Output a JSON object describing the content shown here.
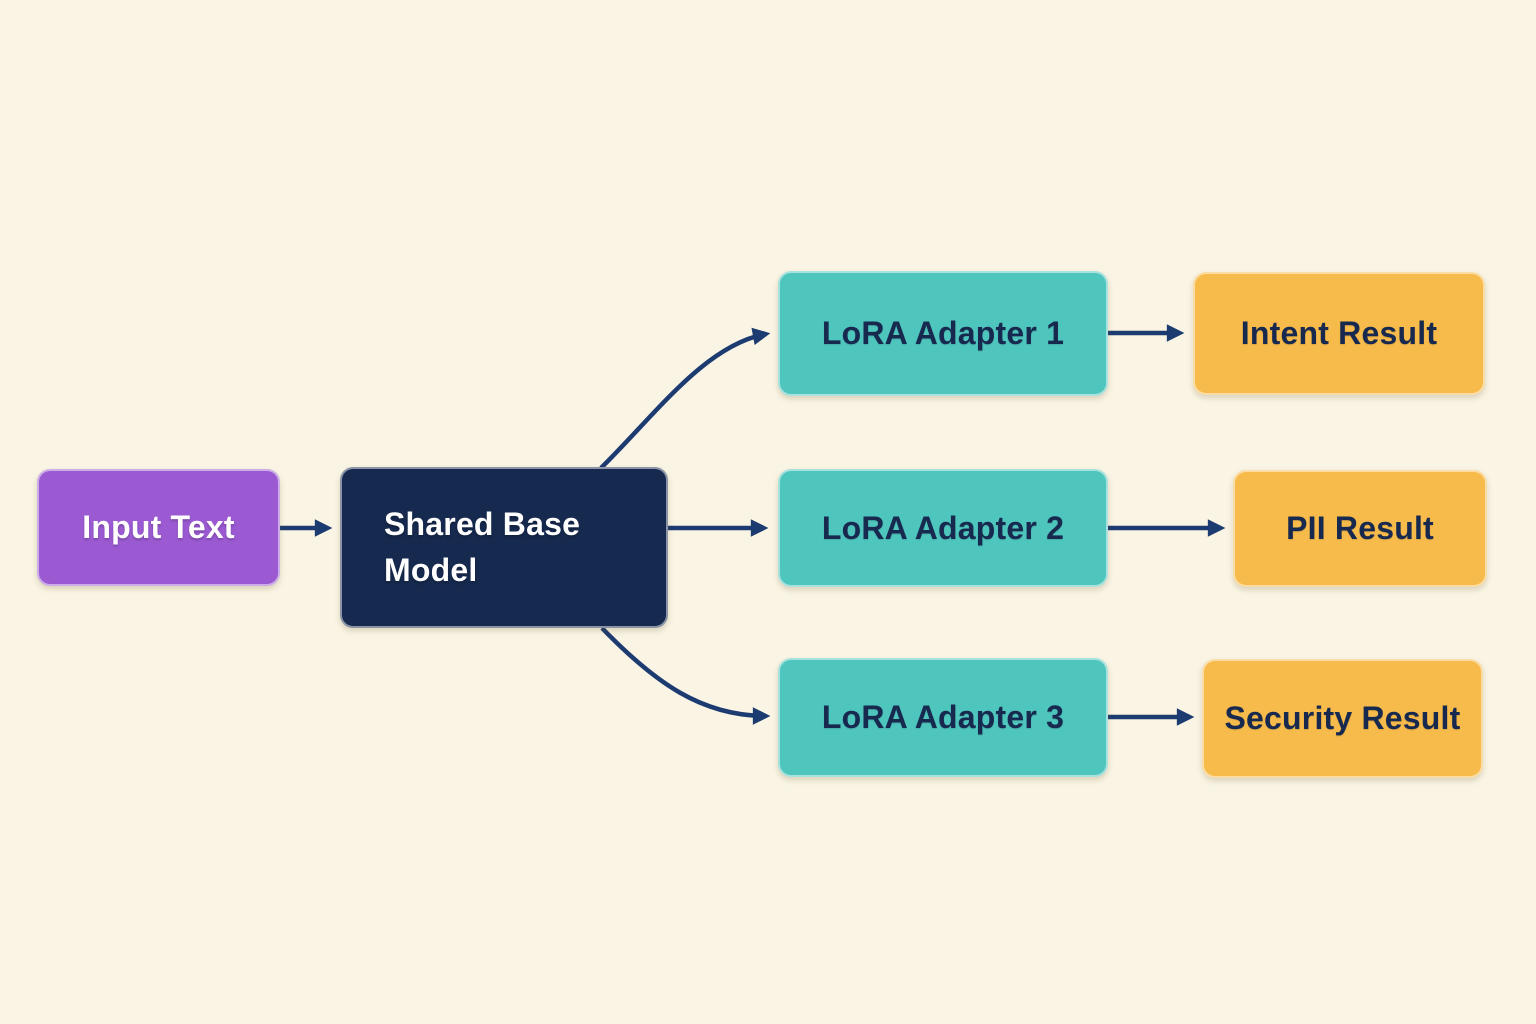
{
  "colors": {
    "background": "#F9F4E4",
    "input_fill": "#9B5AD2",
    "base_fill": "#16294E",
    "adapter_fill": "#4EC5BD",
    "result_fill": "#F7BB4B",
    "arrow": "#1C3B70",
    "text_light": "#FFFFFF",
    "text_dark": "#17294F"
  },
  "nodes": {
    "input": {
      "label": "Input Text"
    },
    "base": {
      "label": "Shared Base Model"
    },
    "adapter1": {
      "label": "LoRA Adapter 1"
    },
    "adapter2": {
      "label": "LoRA Adapter 2"
    },
    "adapter3": {
      "label": "LoRA Adapter 3"
    },
    "intent": {
      "label": "Intent Result"
    },
    "pii": {
      "label": "PII Result"
    },
    "security": {
      "label": "Security Result"
    }
  },
  "edges": [
    {
      "from": "Input Text",
      "to": "Shared Base Model"
    },
    {
      "from": "Shared Base Model",
      "to": "LoRA Adapter 1"
    },
    {
      "from": "Shared Base Model",
      "to": "LoRA Adapter 2"
    },
    {
      "from": "Shared Base Model",
      "to": "LoRA Adapter 3"
    },
    {
      "from": "LoRA Adapter 1",
      "to": "Intent Result"
    },
    {
      "from": "LoRA Adapter 2",
      "to": "PII Result"
    },
    {
      "from": "LoRA Adapter 3",
      "to": "Security Result"
    }
  ]
}
